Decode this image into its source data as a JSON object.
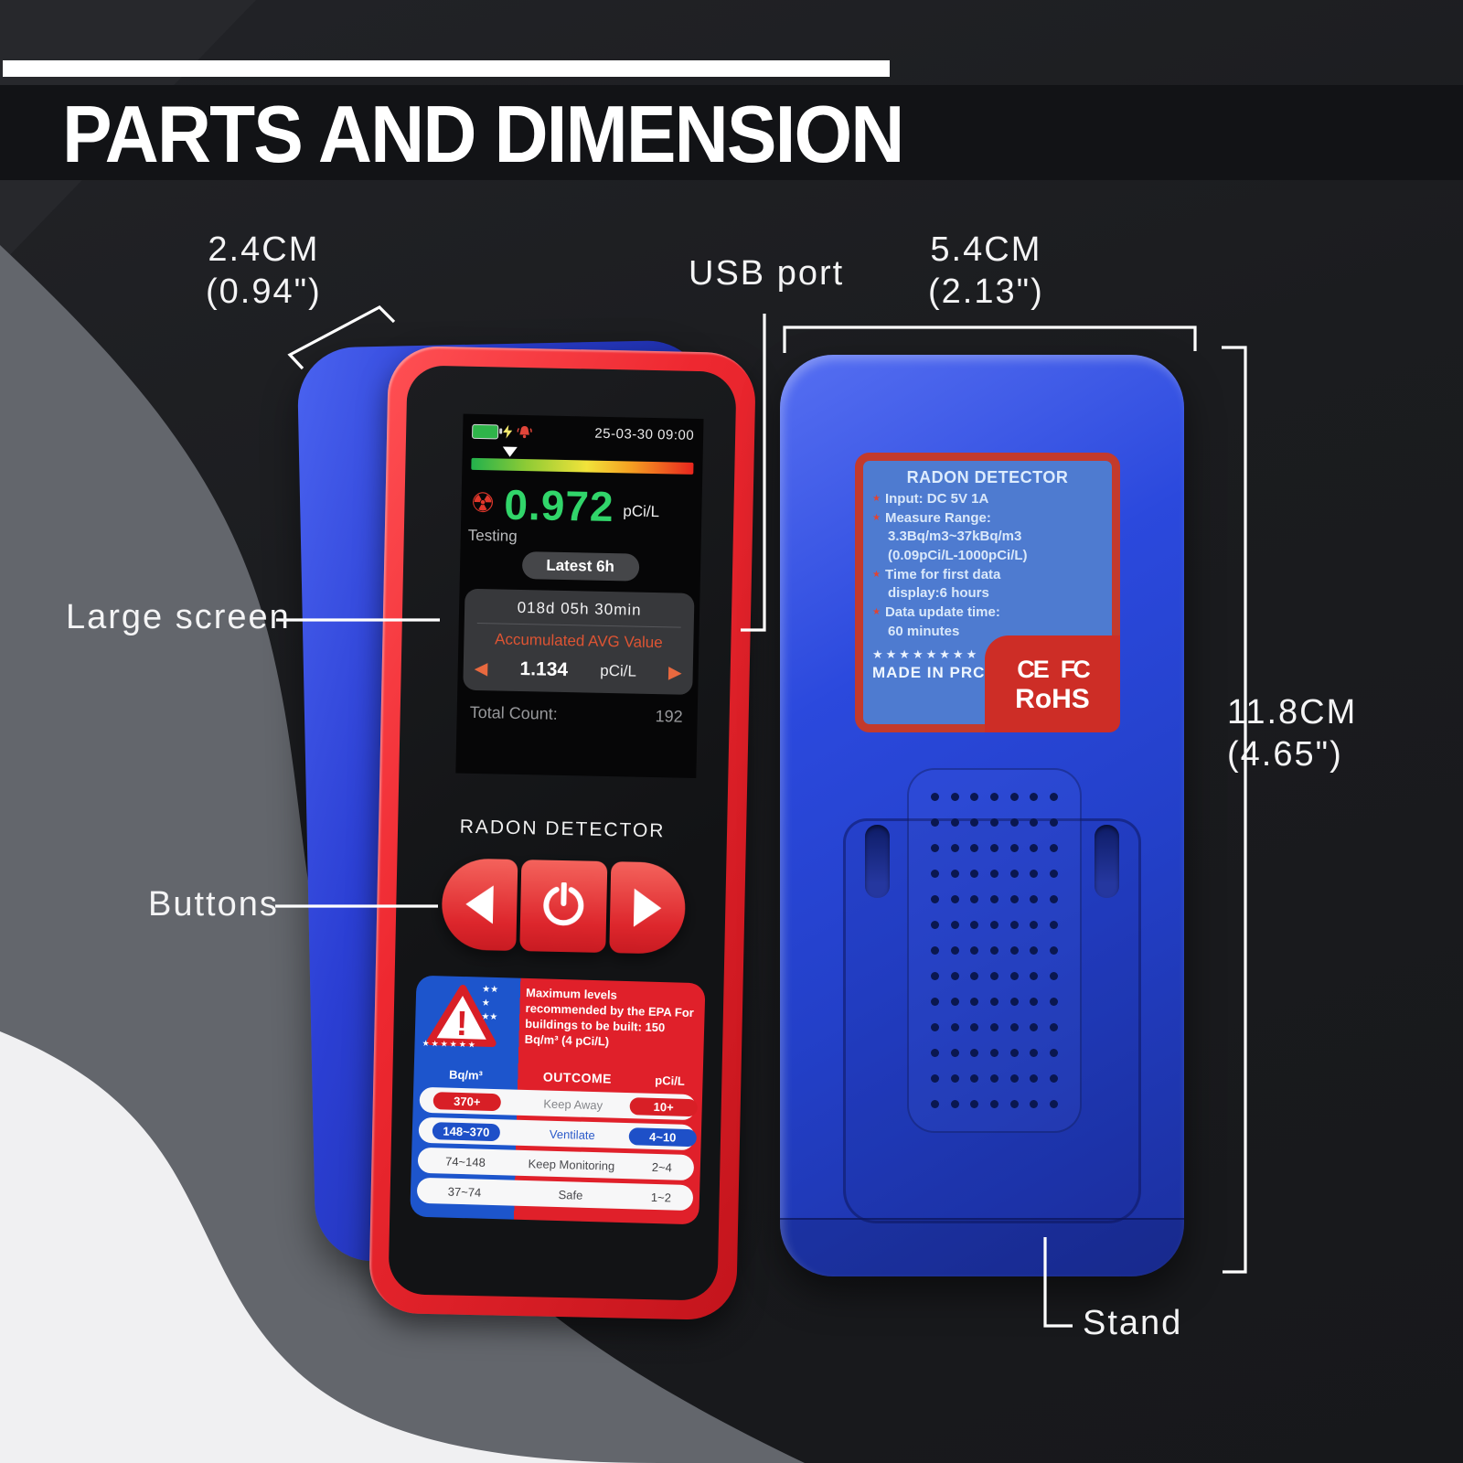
{
  "title": "PARTS AND DIMENSION",
  "annotations": {
    "depth_cm": "2.4CM",
    "depth_in": "(0.94\")",
    "usb": "USB port",
    "width_cm": "5.4CM",
    "width_in": "(2.13\")",
    "height_cm": "11.8CM",
    "height_in": "(4.65\")",
    "large_screen": "Large screen",
    "buttons": "Buttons",
    "stand": "Stand"
  },
  "front_device": {
    "brand": "RADON DETECTOR",
    "screen": {
      "datetime": "25-03-30 09:00",
      "reading_value": "0.972",
      "reading_unit": "pCi/L",
      "status": "Testing",
      "latest_button": "Latest 6h",
      "elapsed": "018d 05h 30min",
      "avg_label": "Accumulated AVG Value",
      "avg_value": "1.134",
      "avg_unit": "pCi/L",
      "total_count_label": "Total Count:",
      "total_count_value": "192"
    },
    "sticker": {
      "epa_note": "Maximum levels recommended by the EPA For buildings to be built: 150 Bq/m³ (4 pCi/L)",
      "warning_glyph": "!",
      "col_bq": "Bq/m³",
      "col_outcome": "OUTCOME",
      "col_pci": "pCi/L",
      "rows": [
        {
          "bq": "370+",
          "outcome": "Keep Away",
          "pci": "10+",
          "style": "red"
        },
        {
          "bq": "148~370",
          "outcome": "Ventilate",
          "pci": "4~10",
          "style": "blue"
        },
        {
          "bq": "74~148",
          "outcome": "Keep Monitoring",
          "pci": "2~4",
          "style": "plain"
        },
        {
          "bq": "37~74",
          "outcome": "Safe",
          "pci": "1~2",
          "style": "plain"
        }
      ]
    }
  },
  "back_device": {
    "label": {
      "title": "RADON DETECTOR",
      "items": [
        {
          "bullet": true,
          "text": "Input: DC 5V 1A"
        },
        {
          "bullet": true,
          "text": "Measure Range:"
        },
        {
          "bullet": false,
          "text": "3.3Bq/m3~37kBq/m3"
        },
        {
          "bullet": false,
          "text": "(0.09pCi/L-1000pCi/L)"
        },
        {
          "bullet": true,
          "text": "Time for first data"
        },
        {
          "bullet": false,
          "text": "display:6 hours"
        },
        {
          "bullet": true,
          "text": "Data update time:"
        },
        {
          "bullet": false,
          "text": "60 minutes"
        }
      ],
      "stars": "★★★★★★★★",
      "made_in": "MADE IN PRC",
      "cert": {
        "ce": "CE",
        "fcc": "FC",
        "rohs": "RoHS"
      }
    }
  },
  "colors": {
    "device_blue": "#2b49dd",
    "frame_red": "#e02028",
    "reading_green": "#31d56a",
    "avg_orange": "#dd5433",
    "label_bg": "#4e7bd0",
    "label_border": "#c33a2c",
    "sticker_blue": "#1d55cc",
    "sticker_red": "#e0202a",
    "gray_swoosh": "#63666c",
    "white_swoosh": "#f0f0f2",
    "gradient_bar": [
      "#22b14c",
      "#8fcb35",
      "#f2e33a",
      "#f59f22",
      "#e8251e"
    ]
  }
}
